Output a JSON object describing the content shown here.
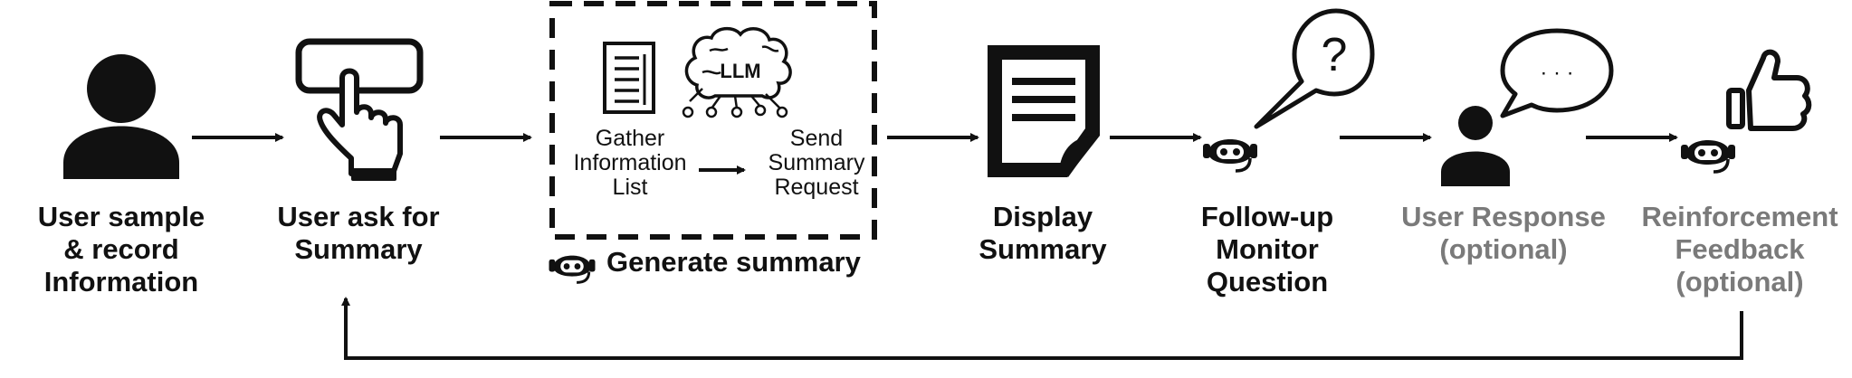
{
  "diagram": {
    "steps": [
      {
        "id": "record",
        "label": "User sample\n& record\nInformation",
        "muted": false,
        "icon": "user-icon"
      },
      {
        "id": "ask",
        "label": "User ask for\nSummary",
        "muted": false,
        "icon": "tap-button-icon"
      },
      {
        "id": "display",
        "label": "Display\nSummary",
        "muted": false,
        "icon": "document-icon"
      },
      {
        "id": "followup",
        "label": "Follow-up\nMonitor\nQuestion",
        "muted": false,
        "icon": "bot-question-icon"
      },
      {
        "id": "response",
        "label": "User Response\n(optional)",
        "muted": true,
        "icon": "user-speech-icon"
      },
      {
        "id": "feedback",
        "label": "Reinforcement\nFeedback\n(optional)",
        "muted": true,
        "icon": "bot-thumbs-up-icon"
      }
    ],
    "group": {
      "label": "Generate summary",
      "icon": "bot-icon",
      "substeps": [
        {
          "id": "gather",
          "label": "Gather\nInformation\nList",
          "icon": "list-icon"
        },
        {
          "id": "send",
          "label": "Send\nSummary\nRequest",
          "icon": "llm-brain-icon"
        }
      ],
      "llm_text": "LLM"
    },
    "speech_question": "?",
    "speech_ellipsis": "· · ·",
    "colors": {
      "ink": "#111111",
      "muted": "#7a7a7a",
      "background": "#ffffff"
    }
  }
}
